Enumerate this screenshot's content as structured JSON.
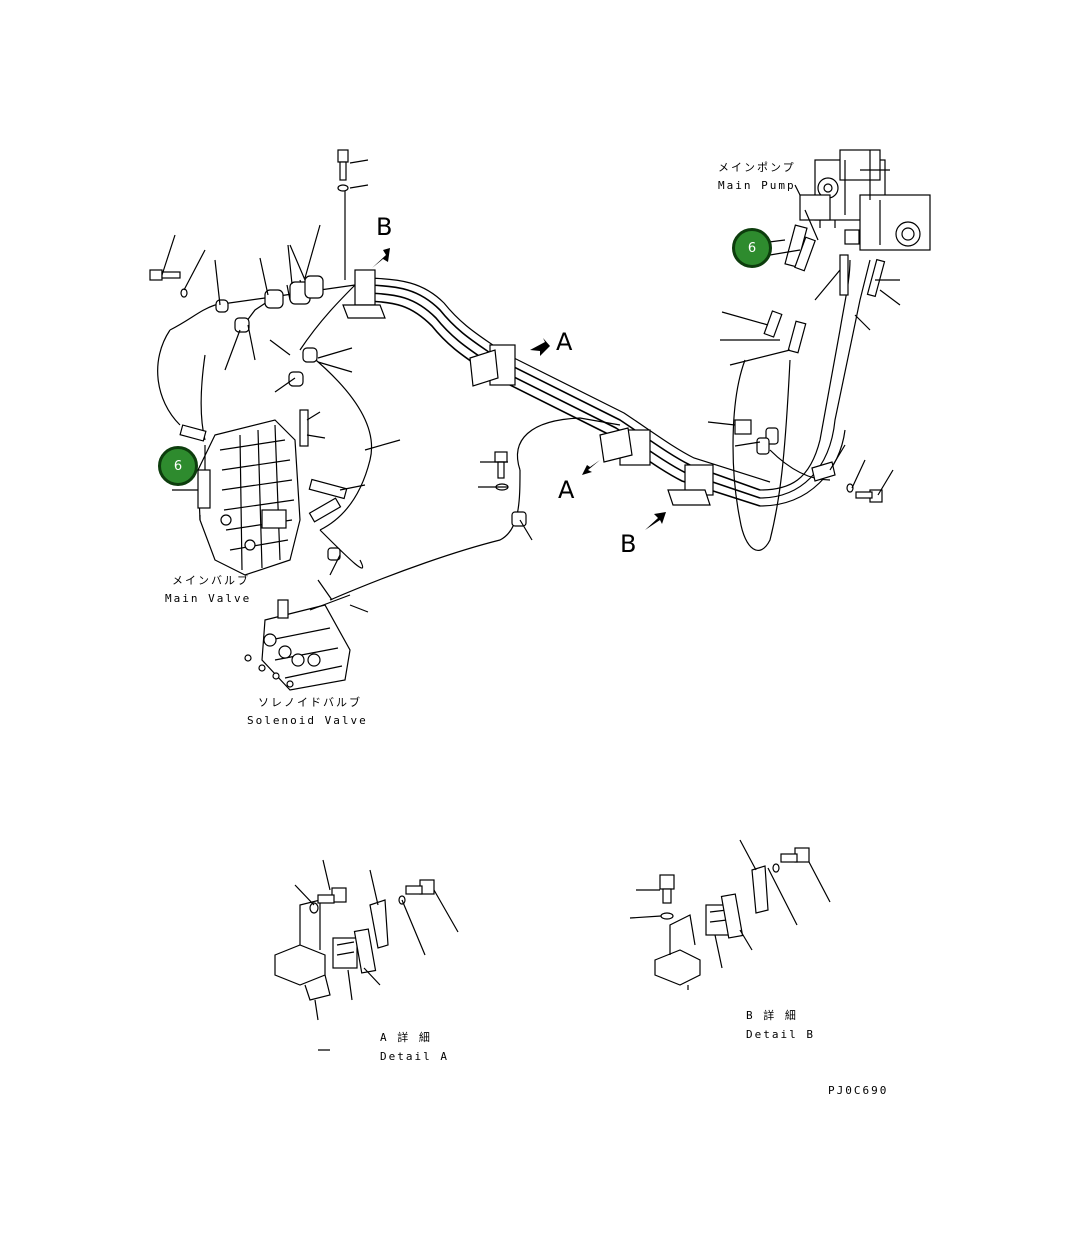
{
  "labels": {
    "main_pump_jp": "メインポンプ",
    "main_pump_en": "Main Pump",
    "main_valve_jp": "メインバルブ",
    "main_valve_en": "Main Valve",
    "solenoid_valve_jp": "ソレノイドバルブ",
    "solenoid_valve_en": "Solenoid Valve",
    "detail_a_jp": "A 詳 細",
    "detail_a_en": "Detail A",
    "detail_b_jp": "B 詳 細",
    "detail_b_en": "Detail B",
    "drawing_code": "PJ0C690"
  },
  "view_markers": {
    "b_top": "B",
    "a_right": "A",
    "a_bottom": "A",
    "b_bottom": "B"
  },
  "callouts": [
    {
      "text": "6"
    },
    {
      "text": "6"
    }
  ],
  "colors": {
    "badge_fill": "#2e8b2e",
    "badge_border": "#0d3d0d",
    "line": "#000000"
  }
}
